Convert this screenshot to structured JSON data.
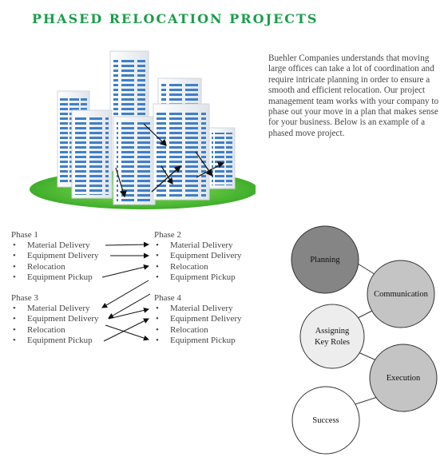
{
  "title": "PHASED RELOCATION PROJECTS",
  "intro": "Buehler Companies understands that moving large offices can take a lot of coordination and require intricate planning in order to ensure a smooth and efficient relocation. Our project management team works with your company to phase out your move in a plan that makes sense for your business.  Below is an example of a phased move project.",
  "phases": [
    {
      "title": "Phase 1",
      "items": [
        "Material Delivery",
        "Equipment Delivery",
        "Relocation",
        "Equipment Pickup"
      ]
    },
    {
      "title": "Phase 2",
      "items": [
        "Material Delivery",
        "Equipment Delivery",
        "Relocation",
        "Equipment Pickup"
      ]
    },
    {
      "title": "Phase 3",
      "items": [
        "Material Delivery",
        "Equipment Delivery",
        "Relocation",
        "Equipment Pickup"
      ]
    },
    {
      "title": "Phase 4",
      "items": [
        "Material Delivery",
        "Equipment Delivery",
        "Relocation",
        "Equipment Pickup"
      ]
    }
  ],
  "cycle": {
    "planning": "Planning",
    "communication": "Communication",
    "assigning_1": "Assigning",
    "assigning_2": "Key Roles",
    "execution": "Execution",
    "success": "Success"
  },
  "colors": {
    "title_green": "#1a9e4a",
    "grass": "#5cc83a",
    "window_blue": "#3f7fc8",
    "planning_fill": "#858585",
    "communication_fill": "#c4c4c4",
    "assigning_fill": "#ededed",
    "execution_fill": "#c4c4c4",
    "success_fill": "#ffffff"
  }
}
